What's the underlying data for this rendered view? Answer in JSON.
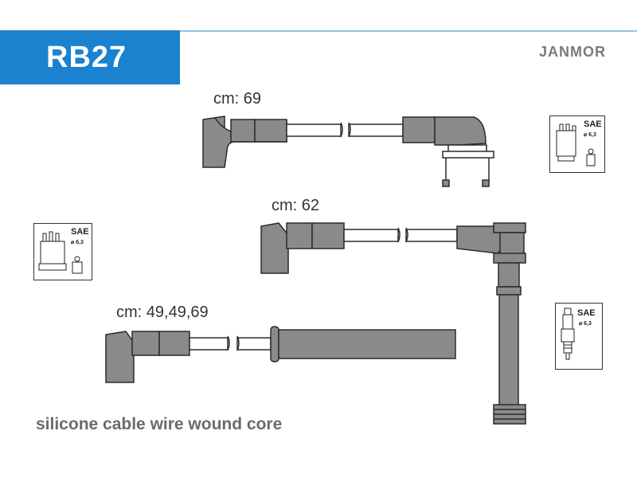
{
  "header": {
    "code": "RB27",
    "brand": "JANMOR"
  },
  "cables": [
    {
      "label": "cm: 69"
    },
    {
      "label": "cm: 62"
    },
    {
      "label": "cm: 49,49,69"
    }
  ],
  "sae_boxes": [
    {
      "label": "SAE",
      "size": "⌀ 6,3",
      "icon": "distributor-cap-icon"
    },
    {
      "label": "SAE",
      "size": "⌀ 6,3",
      "icon": "distributor-cap-icon"
    },
    {
      "label": "SAE",
      "size": "⌀ 6,3",
      "icon": "spark-plug-icon"
    }
  ],
  "footer": {
    "description": "silicone cable wire wound core"
  },
  "colors": {
    "accent": "#1a82cf",
    "cable_fill": "#8a8a8a",
    "outline": "#2b2b2b"
  }
}
